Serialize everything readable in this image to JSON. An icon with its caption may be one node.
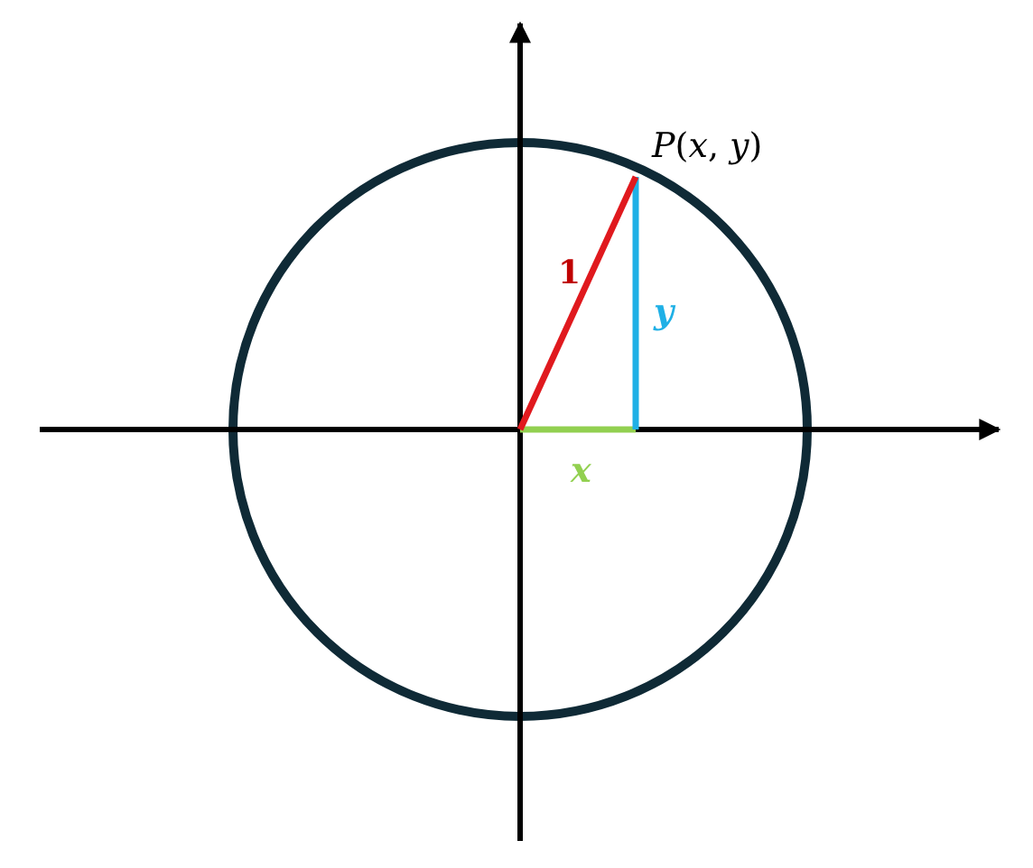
{
  "diagram": {
    "labels": [
      "*P*(*x*, *y*)",
      "1",
      "y",
      "x"
    ]
  }
}
